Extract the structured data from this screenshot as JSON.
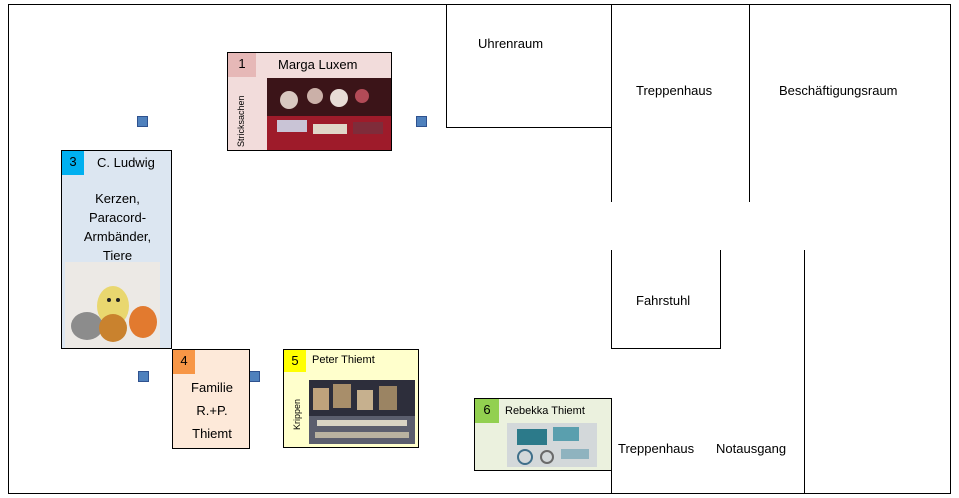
{
  "rooms": {
    "uhrenraum": "Uhrenraum",
    "treppenhaus_top": "Treppenhaus",
    "beschaeftigungsraum": "Beschäftigungsraum",
    "fahrstuhl": "Fahrstuhl",
    "treppenhaus_bottom": "Treppenhaus",
    "notausgang": "Notausgang"
  },
  "stalls": [
    {
      "number": "1",
      "owner": "Marga Luxem",
      "goods": "Stricksachen",
      "number_color": "#e6b8b7",
      "bg_color": "#f2dcdb"
    },
    {
      "number": "3",
      "owner": "C. Ludwig",
      "goods_lines": [
        "Kerzen,",
        "Paracord-",
        "Armbänder,",
        "Tiere"
      ],
      "number_color": "#00b0f0",
      "bg_color": "#dce6f1"
    },
    {
      "number": "4",
      "owner_lines": [
        "Familie",
        "R.+P.",
        "Thiemt"
      ],
      "number_color": "#f79646",
      "bg_color": "#fde9d9"
    },
    {
      "number": "5",
      "owner": "Peter Thiemt",
      "goods": "Krippen",
      "number_color": "#ffff00",
      "bg_color": "#ffffcc"
    },
    {
      "number": "6",
      "owner": "Rebekka Thiemt",
      "number_color": "#92d050",
      "bg_color": "#ebf1de"
    }
  ]
}
